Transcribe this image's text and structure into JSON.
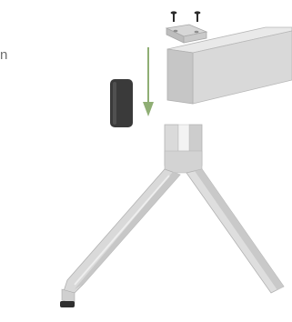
{
  "figure": {
    "caption_fragment": "n"
  },
  "parts": {
    "screws": "screw-icon",
    "bracket": "bracket",
    "crossbeam": "beam",
    "pad": "pad",
    "arrow": "arrow-down-icon",
    "leg": "leg",
    "foot": "foot"
  },
  "colors": {
    "beam_front": "#d8d8d8",
    "beam_top": "#e9e9e9",
    "beam_side": "#c4c4c4",
    "leg_light": "#e4e4e4",
    "leg_mid": "#cfcfcf",
    "leg_dark": "#b9b9b9",
    "pad": "#3a3a3a",
    "screw": "#2b2b2b",
    "arrow": "#8fae74",
    "caption": "#6e6e6e"
  }
}
